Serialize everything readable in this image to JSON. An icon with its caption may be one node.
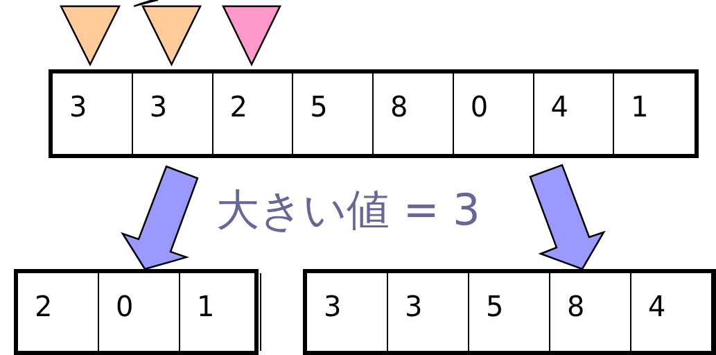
{
  "diagram": {
    "nodes": [
      {
        "text": [],
        "shape": "box"
      },
      {
        "text": [
          "3"
        ],
        "in": 0
      },
      {
        "text": [
          "3"
        ],
        "in": 0
      },
      {
        "text": [
          "2"
        ],
        "in": 0
      },
      {
        "text": [
          "5"
        ],
        "in": 0
      },
      {
        "text": [
          "8"
        ],
        "in": 0
      },
      {
        "text": [
          "0"
        ],
        "in": 0
      },
      {
        "text": [
          "4"
        ],
        "in": 0
      },
      {
        "text": [
          "1"
        ],
        "in": 0
      },
      {
        "text": [],
        "shape": "box"
      },
      {
        "text": [
          "2"
        ],
        "in": 9
      },
      {
        "text": [
          "0"
        ],
        "in": 9
      },
      {
        "text": [
          "1"
        ],
        "in": 9
      },
      {
        "text": [],
        "shape": "box"
      },
      {
        "text": [
          "3"
        ],
        "in": 13
      },
      {
        "text": [
          "3"
        ],
        "in": 13
      },
      {
        "text": [
          "5"
        ],
        "in": 13
      },
      {
        "text": [
          "8"
        ],
        "in": 13
      },
      {
        "text": [
          "4"
        ],
        "in": 13
      }
    ],
    "edges": [
      {
        "from": 0,
        "to": 9,
        "arrow": "to",
        "style": "thick"
      },
      {
        "from": 0,
        "to": 13,
        "arrow": "to",
        "style": "thick"
      }
    ],
    "labels": [
      "大きい値 = 3"
    ]
  }
}
